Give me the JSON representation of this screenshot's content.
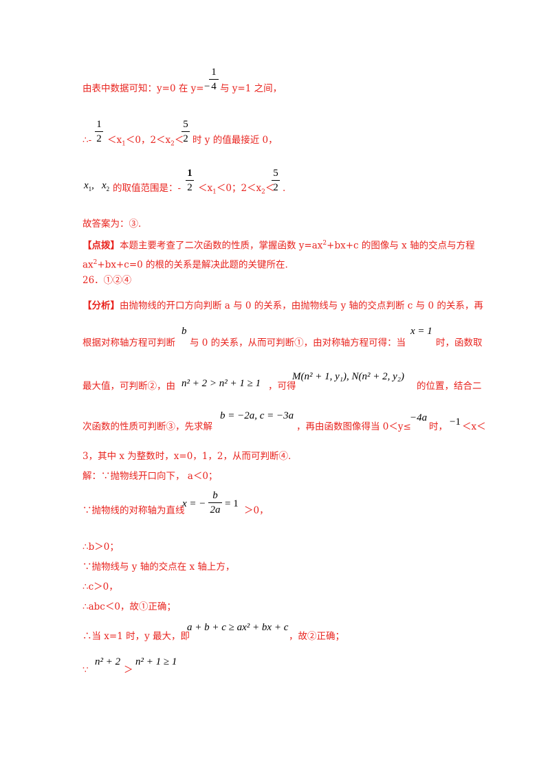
{
  "lines": {
    "l1a": "由表中数据可知：y=0 在 y=",
    "l1b": "与 y=1 之间，",
    "frac_neg_quarter_num": "1",
    "frac_neg_quarter_den": "4",
    "l2a": "∴-",
    "l2b": "＜x",
    "l2c": "＜0，2＜x",
    "l2d": "＜",
    "l2e": "时 y 的值最接近 0，",
    "frac_half_num": "1",
    "frac_half_den": "2",
    "frac_five_half_num": "5",
    "frac_five_half_den": "2",
    "l3_x1": "x",
    "l3_x2": "x",
    "l3a": "的取值范围是：-",
    "l3b": "＜x",
    "l3c": "＜0；2＜x",
    "l3d": "＜",
    "l3e": ".",
    "l4": "故答案为：③.",
    "l5_tag": "【点拨】",
    "l5a": "本题主要考查了二次函数的性质，掌握函数 y=ax",
    "l5b": "+bx+c 的图像与 x 轴的交点与方程",
    "l6a": "ax",
    "l6b": "+bx+c=0 的根的关系是解决此题的关键所在.",
    "l7": "26．①②④",
    "l8_tag": "【分析】",
    "l8": "由抛物线的开口方向判断 a 与 0 的关系，由抛物线与 y 轴的交点判断 c 与 0 的关系，再",
    "l9a": "根据对称轴方程可判断",
    "l9_b": "b",
    "l9b": "与 0 的关系，从而可判断①，由对称轴方程可得：当",
    "l9_x1": "x = 1",
    "l9c": "时，函数取",
    "l10a": "最大值，可判断②，由",
    "l10_m1": "n² + 2 > n² + 1 ≥ 1",
    "l10b": "，可得",
    "l10_m2": "M(n² + 1, y₁), N(n² + 2, y₂)",
    "l10c": "的位置，结合二",
    "l11a": "次函数的性质可判断③，先求解",
    "l11_m": "b = −2a, c = −3a",
    "l11b": "，再由函数图像得当 0＜y≤",
    "l11_m2": "−4a",
    "l11c": "时，",
    "l11_m3": "−1",
    "l11d": "＜x＜",
    "l12": "3，其中 x 为整数时，x=0，1，2，从而可判断④.",
    "l13": "解：∵抛物线开口向下， a＜0；",
    "l14a": "∵抛物线的对称轴为直线",
    "l14_m": "x = −",
    "l14_num": "b",
    "l14_den": "2a",
    "l14_m2": "= 1",
    "l14b": "＞0，",
    "l15": "∴b＞0；",
    "l16": "∵抛物线与 y 轴的交点在 x 轴上方，",
    "l17": "∴c＞0，",
    "l18": "∴abc＜0，故①正确；",
    "l19a": "∴当 x=1 时，y 最大，即",
    "l19_m": "a + b + c ≥ ax² + bx + c",
    "l19b": "，故②正确；",
    "l20a": "∵",
    "l20_m1": "n² + 2",
    "l20b": "＞",
    "l20_m2": "n² + 1 ≥ 1"
  },
  "colors": {
    "text_red": "#e8231e",
    "math_black": "#000000"
  }
}
